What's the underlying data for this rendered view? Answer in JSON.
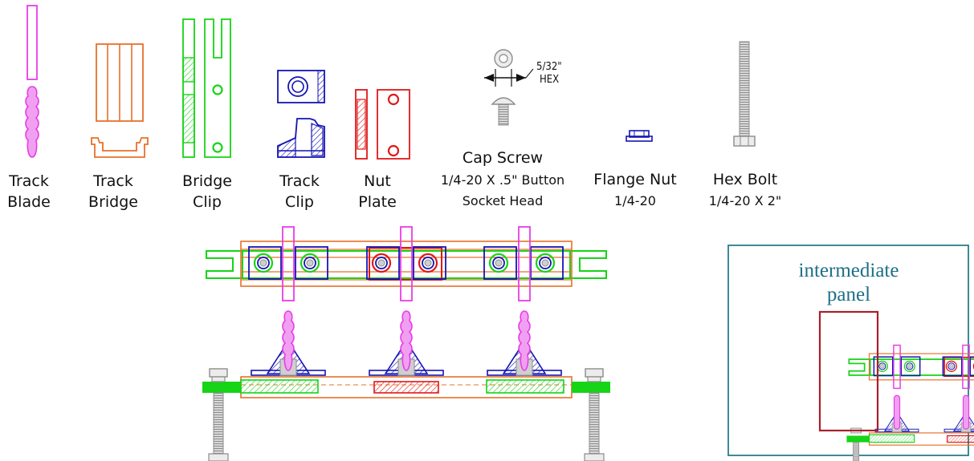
{
  "colors": {
    "blade": "#e83ce8",
    "bridge": "#e8702a",
    "clip": "#16d416",
    "trackclip": "#1414b4",
    "nutplate": "#e01818",
    "steel": "#8c8c8c",
    "panel_border": "#2a7d8e",
    "panel_title": "#1e6f87",
    "highlight": "#a8202a"
  },
  "parts": {
    "track_blade": {
      "line1": "Track",
      "line2": "Blade"
    },
    "track_bridge": {
      "line1": "Track",
      "line2": "Bridge"
    },
    "bridge_clip": {
      "line1": "Bridge",
      "line2": "Clip"
    },
    "track_clip": {
      "line1": "Track",
      "line2": "Clip"
    },
    "nut_plate": {
      "line1": "Nut",
      "line2": "Plate"
    },
    "cap_screw": {
      "line1": "Cap Screw",
      "line2": "1/4-20 X .5\" Button",
      "line3": "Socket Head",
      "hex1": "5/32\"",
      "hex2": "HEX"
    },
    "flange_nut": {
      "line1": "Flange Nut",
      "line2": "1/4-20"
    },
    "hex_bolt": {
      "line1": "Hex Bolt",
      "line2": "1/4-20 X 2\""
    }
  },
  "panel": {
    "title_line1": "intermediate",
    "title_line2": "panel"
  },
  "icons": [
    "screw-icon",
    "bolt-icon",
    "nut-icon"
  ]
}
